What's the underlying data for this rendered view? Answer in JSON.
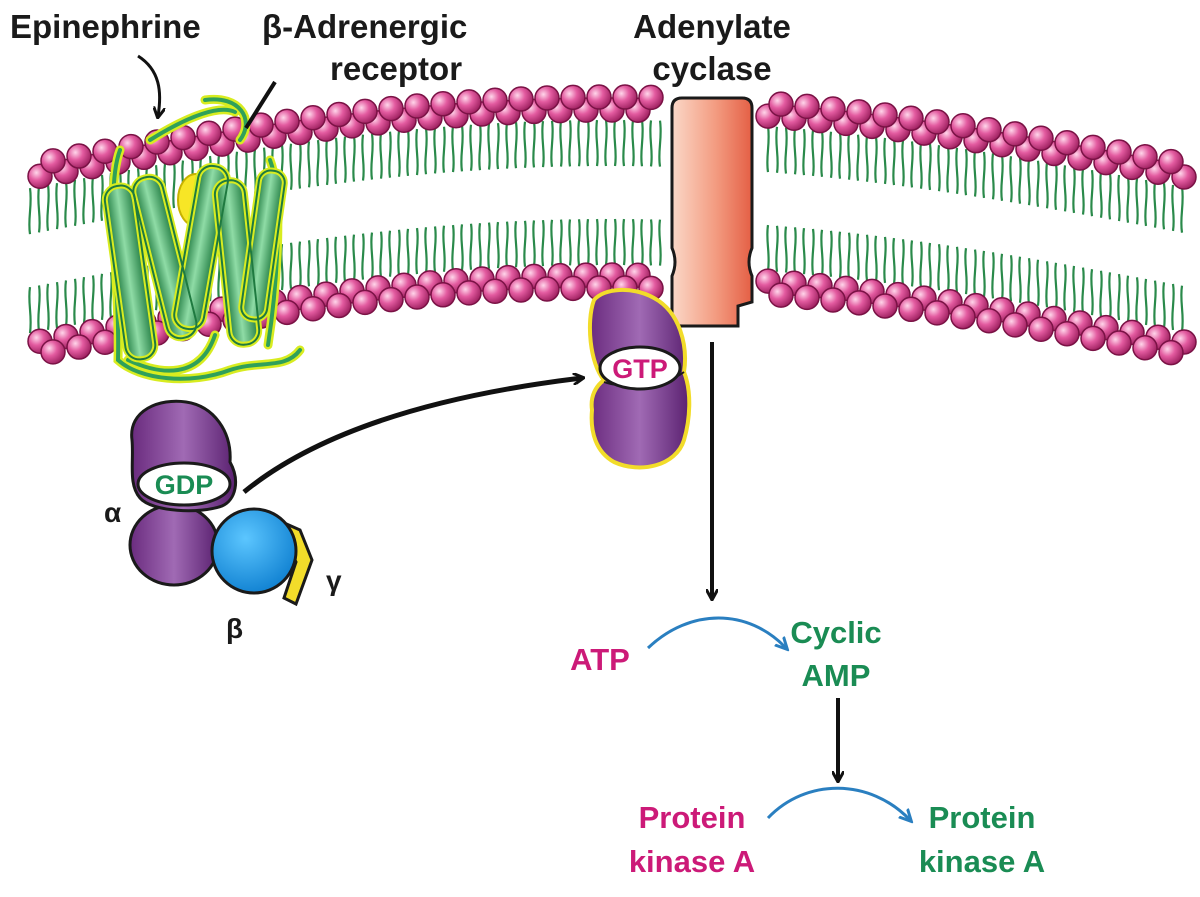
{
  "labels": {
    "epinephrine": "Epinephrine",
    "receptor_line1": "β-Adrenergic",
    "receptor_line2": "receptor",
    "cyclase_line1": "Adenylate",
    "cyclase_line2": "cyclase",
    "gdp": "GDP",
    "gtp": "GTP",
    "alpha": "α",
    "beta": "β",
    "gamma": "γ",
    "atp": "ATP",
    "camp_line1": "Cyclic",
    "camp_line2": "AMP",
    "pka_inactive_line1": "Protein",
    "pka_inactive_line2": "kinase A",
    "pka_active_line1": "Protein",
    "pka_active_line2": "kinase A"
  },
  "colors": {
    "membrane_head": "#e0549b",
    "lipid_tail": "#2a8a4a",
    "receptor": "#2fa05a",
    "receptor_outline": "#d8ec20",
    "g_alpha": "#7b3a8e",
    "g_beta": "#1f9de6",
    "g_gamma": "#f2dc2a",
    "cyclase": "#f49a80",
    "inactive_label": "#cc1a78",
    "active_label": "#1a8c54",
    "reaction_arrow": "#2a7fc0"
  }
}
